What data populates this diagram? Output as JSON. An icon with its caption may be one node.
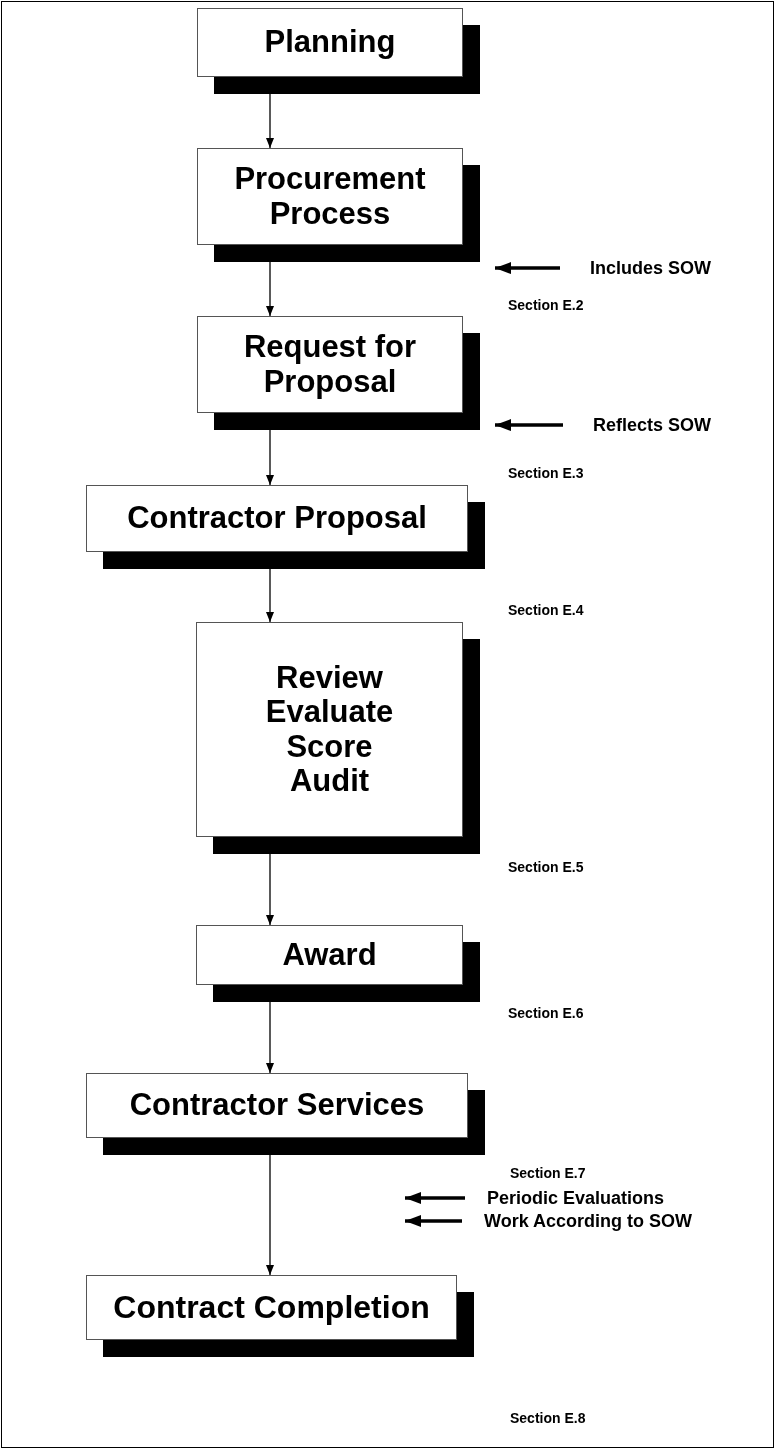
{
  "diagram": {
    "nodes": [
      {
        "text": [
          "Planning"
        ]
      },
      {
        "text": [
          "Procurement Process"
        ]
      },
      {
        "text": [
          "Request for Proposal"
        ]
      },
      {
        "text": [
          "Contractor Proposal"
        ]
      },
      {
        "text": [
          "Review Evaluate Score Audit"
        ]
      },
      {
        "text": [
          "Award"
        ]
      },
      {
        "text": [
          "Contractor Services"
        ]
      },
      {
        "text": [
          "Contract Completion"
        ]
      },
      {
        "text": [
          "Includes SOW"
        ]
      },
      {
        "text": [
          "Reflects SOW"
        ]
      },
      {
        "text": [
          "Periodic Evaluations"
        ]
      },
      {
        "text": [
          "Work According to SOW"
        ]
      }
    ],
    "edges": [
      {
        "from": 0,
        "to": 1,
        "arrow": "to"
      },
      {
        "from": 1,
        "to": 2,
        "arrow": "to"
      },
      {
        "from": 2,
        "to": 3,
        "arrow": "to"
      },
      {
        "from": 3,
        "to": 4,
        "arrow": "to"
      },
      {
        "from": 4,
        "to": 5,
        "arrow": "to"
      },
      {
        "from": 5,
        "to": 6,
        "arrow": "to"
      },
      {
        "from": 6,
        "to": 7,
        "arrow": "to"
      },
      {
        "from": 8,
        "to": 1,
        "arrow": "to",
        "style": "thick"
      },
      {
        "from": 9,
        "to": 2,
        "arrow": "to",
        "style": "thick"
      },
      {
        "from": 10,
        "to": null,
        "arrow": "to",
        "style": "thick"
      },
      {
        "from": 11,
        "to": null,
        "arrow": "to",
        "style": "thick"
      }
    ],
    "labels": [
      "Section E.2",
      "Section E.3",
      "Section E.4",
      "Section E.5",
      "Section E.6",
      "Section E.7",
      "Section E.8"
    ]
  }
}
